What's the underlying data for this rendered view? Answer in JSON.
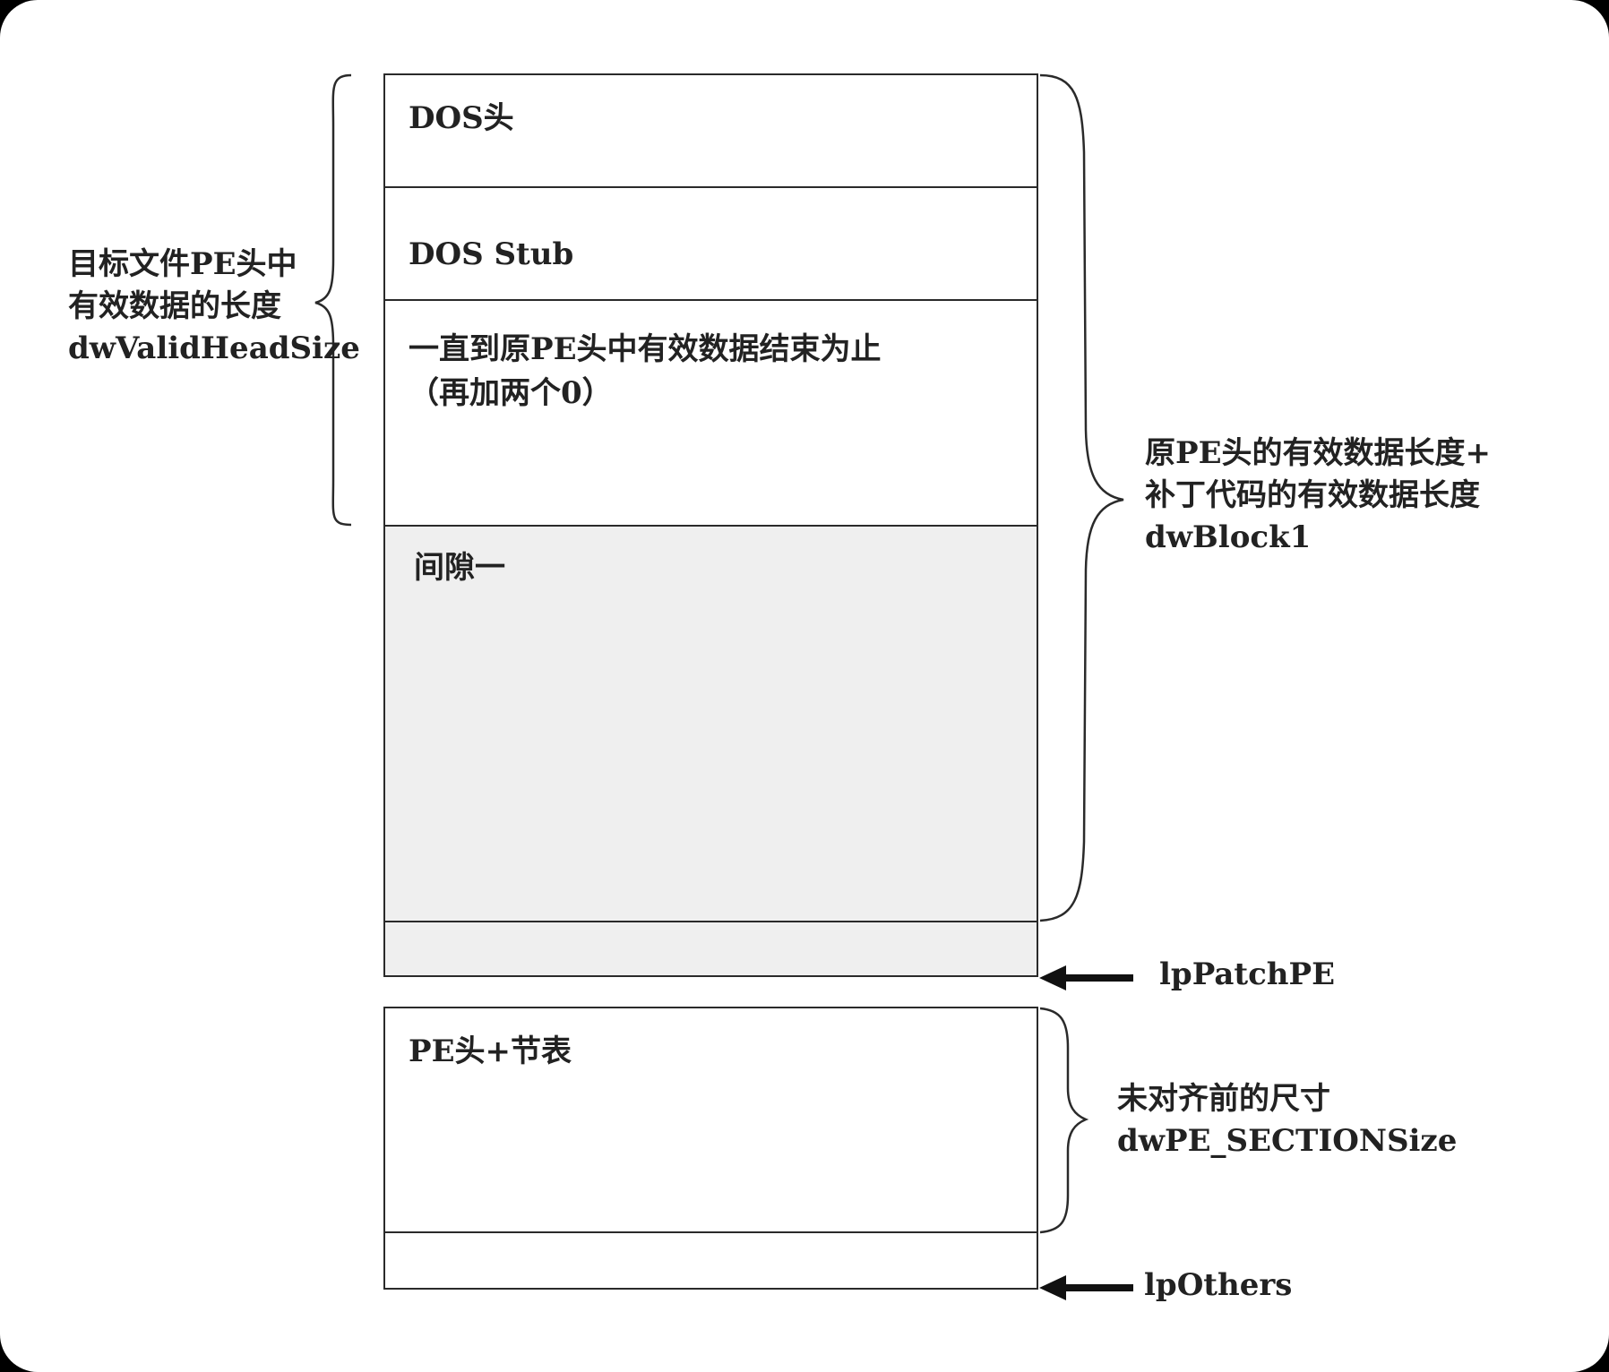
{
  "blocks": {
    "dos_header": "DOS头",
    "dos_stub": "DOS Stub",
    "until_end": "一直到原PE头中有效数据结束为止\n（再加两个0）",
    "gap_one": "间隙一",
    "pe_header_sections": "PE头+节表"
  },
  "left_brace_label": {
    "line1": "目标文件PE头中",
    "line2": "有效数据的长度",
    "line3": "dwValidHeadSize"
  },
  "right_brace_label": {
    "line1": "原PE头的有效数据长度+",
    "line2": "补丁代码的有效数据长度",
    "line3": "dwBlock1"
  },
  "lower_brace_label": {
    "line1": "未对齐前的尺寸",
    "line2": "dwPE_SECTIONSize"
  },
  "pointers": {
    "patch": "lpPatchPE",
    "others": "lpOthers"
  },
  "colors": {
    "background": "#ffffff",
    "shaded_block": "#efefef",
    "lines": "#2a2a2a"
  }
}
